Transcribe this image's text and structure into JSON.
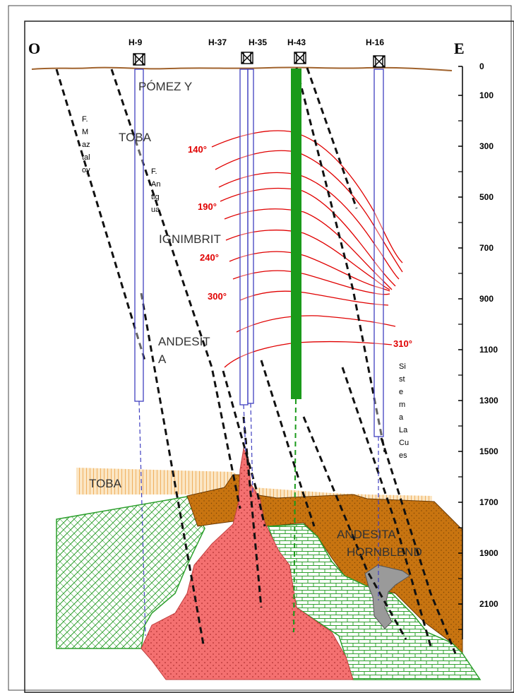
{
  "directions": {
    "west": "O",
    "east": "E"
  },
  "wells": [
    {
      "name": "H-9"
    },
    {
      "name": "H-37"
    },
    {
      "name": "H-35"
    },
    {
      "name": "H-43"
    },
    {
      "name": "H-16"
    }
  ],
  "depth_scale": {
    "labels": [
      "0",
      "100",
      "300",
      "500",
      "700",
      "900",
      "1100",
      "1300",
      "1500",
      "1700",
      "1900",
      "2100"
    ]
  },
  "isotherms": [
    "140°",
    "190°",
    "240°",
    "300°",
    "310°"
  ],
  "units": {
    "pomez_line1": "PÓMEZ Y",
    "pomez_line2": "TOBA",
    "ignimbrite": "IGNIMBRIT",
    "andesite_line1": "ANDESIT",
    "andesite_line2": "A",
    "toba_lower": "TOBA",
    "andesite_hornblende_line1": "ANDESITA",
    "andesite_hornblende_line2": "HORNBLEND"
  },
  "faults": {
    "maztaloy": [
      "F.",
      "M",
      "az",
      "tal",
      "oy"
    ],
    "antigua": [
      "F.",
      "An",
      "tig",
      "ua"
    ],
    "la_cues": [
      "Si",
      "st",
      "e",
      "m",
      "a",
      "La",
      "Cu",
      "es"
    ]
  },
  "colors": {
    "isotherm": "#e00000",
    "well_casing": "#4040c0",
    "active_well": "#1a9a1a",
    "granite_red": "#f47070",
    "andesite_brown": "#c87410",
    "limestone_green": "#2ea02e",
    "tuff_beige": "#f5c98a",
    "ground_line": "#a0622c"
  }
}
